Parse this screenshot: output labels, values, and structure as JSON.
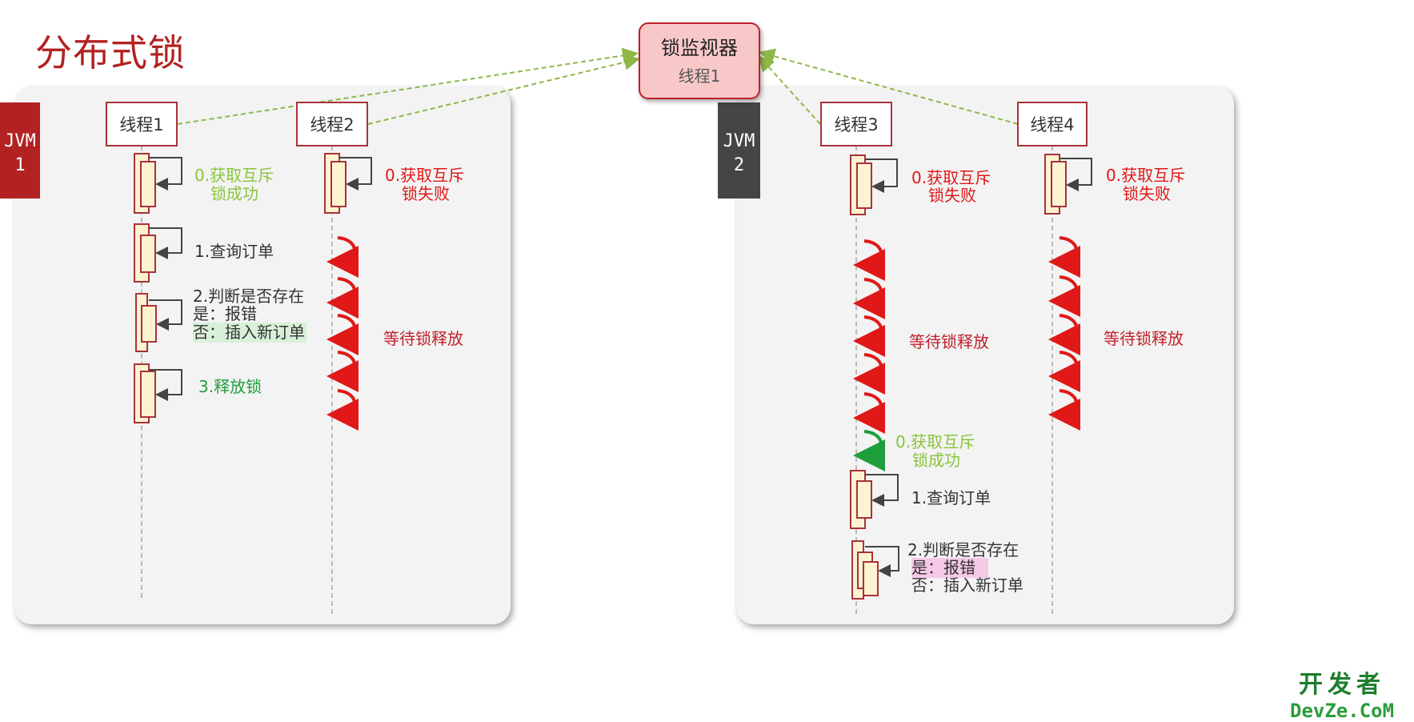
{
  "title": "分布式锁",
  "monitor": {
    "title": "锁监视器",
    "owner": "线程1"
  },
  "jvm1": {
    "line1": "JVM",
    "line2": "1",
    "color": "#b22222"
  },
  "jvm2": {
    "line1": "JVM",
    "line2": "2",
    "color": "#454545"
  },
  "threads": [
    "线程1",
    "线程2",
    "线程3",
    "线程4"
  ],
  "jvm1_steps": {
    "t1_lock_l1": "0.获取互斥",
    "t1_lock_l2": "锁成功",
    "t1_query": "1.查询订单",
    "t1_judge": "2.判断是否存在",
    "t1_yes": "是：报错",
    "t1_no": "否：插入新订单",
    "t1_release": "3.释放锁",
    "t2_lock_l1": "0.获取互斥",
    "t2_lock_l2": "锁失败",
    "t2_wait": "等待锁释放"
  },
  "jvm2_steps": {
    "t3_lock_l1": "0.获取互斥",
    "t3_lock_l2": "锁失败",
    "t3_wait": "等待锁释放",
    "t3_success_l1": "0.获取互斥",
    "t3_success_l2": "锁成功",
    "t3_query": "1.查询订单",
    "t3_judge": "2.判断是否存在",
    "t3_yes": "是：报错",
    "t3_no": "否：插入新订单",
    "t4_lock_l1": "0.获取互斥",
    "t4_lock_l2": "锁失败",
    "t4_wait": "等待锁释放"
  },
  "watermark": {
    "line1": "开发者",
    "line2": "DevZe.CoM"
  },
  "colors": {
    "fail": "#e01818",
    "success": "#8ac43c",
    "release": "#1f9e3c",
    "arrow": "#8db84a"
  }
}
